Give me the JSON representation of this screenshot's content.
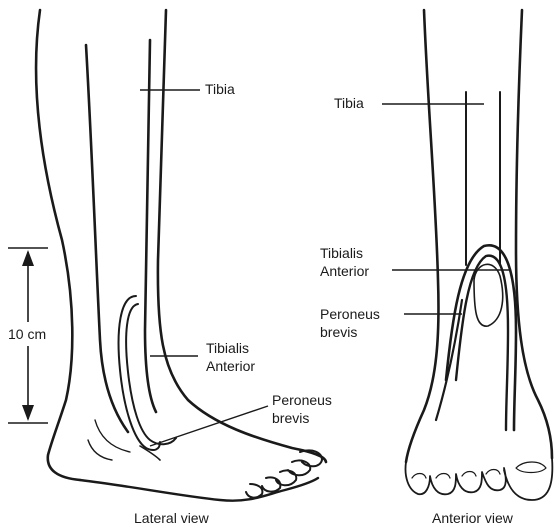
{
  "lateral_view": {
    "caption": "Lateral view",
    "tibia_label": "Tibia",
    "tibialis_label_line1": "Tibialis",
    "tibialis_label_line2": "Anterior",
    "peroneus_label_line1": "Peroneus",
    "peroneus_label_line2": "brevis",
    "measurement_label": "10 cm"
  },
  "anterior_view": {
    "caption": "Anterior view",
    "tibia_label": "Tibia",
    "tibialis_label_line1": "Tibialis",
    "tibialis_label_line2": "Anterior",
    "peroneus_label_line1": "Peroneus",
    "peroneus_label_line2": "brevis"
  }
}
